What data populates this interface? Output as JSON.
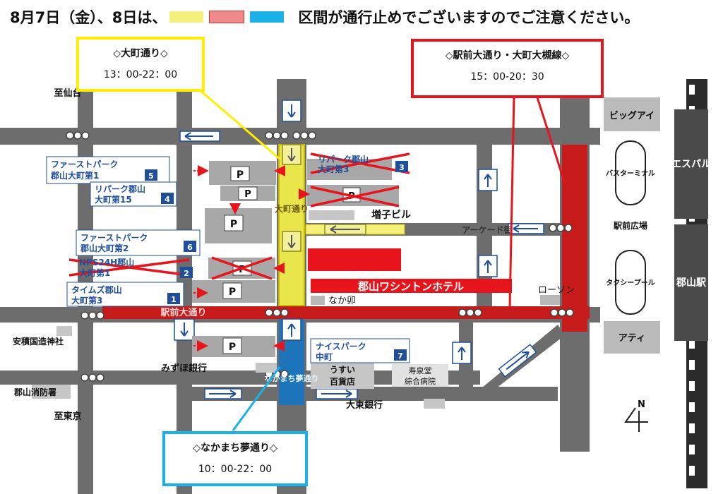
{
  "headline": {
    "prefix": "8月7日（金）、8日は、",
    "suffix": "区間が通行止めでございますのでご注意ください。",
    "swatches": [
      "#f5f07a",
      "#f08a8a",
      "#1ab0e8"
    ]
  },
  "closures": {
    "omachi": {
      "name": "◇大町通り◇",
      "time": "13：00-22：00",
      "color": "#ffee00"
    },
    "ekimae": {
      "name": "◇駅前大通り・大町大槻線◇",
      "time": "15：00-20：30",
      "color": "#e8141c"
    },
    "nakamachi": {
      "name": "◇なかまち夢通り◇",
      "time": "10：00-22：00",
      "color": "#1ab0e8"
    }
  },
  "roads": {
    "omachi": "大町通り",
    "ekimae": "駅前大通り",
    "nakamachi": "なかまち夢通り",
    "arcade": "アーケード街"
  },
  "directions": {
    "sendai": "至仙台",
    "tokyo": "至東京"
  },
  "parking": {
    "first1": [
      "ファーストパーク",
      "郡山大町第1",
      "5"
    ],
    "reparkBunch3": [
      "リパーク郡山",
      "大町第3",
      "3"
    ],
    "repark15": [
      "リパーク郡山",
      "大町第15",
      "4"
    ],
    "first2": [
      "ファーストパーク",
      "郡山大町第2",
      "6"
    ],
    "nps24": [
      "NPS24H郡山",
      "大町第1",
      "2"
    ],
    "times3": [
      "タイムズ郡山",
      "大町第3",
      "1"
    ],
    "nice": [
      "ナイスパーク",
      "中町",
      "7"
    ],
    "p": "P"
  },
  "landmarks": {
    "masukobiru": "増子ビル",
    "hotel": "郡山ワシントンホテル",
    "nakau": "なか卯",
    "lawson": "ローソン",
    "bigi": "ビッグアイ",
    "busterminal": "バスターミナル",
    "ekimaehiroba": "駅前広場",
    "taxipool": "タクシープール",
    "esupal": "エスパル",
    "station": "郡山駅",
    "atei": "アティ",
    "anzai": "安積国造神社",
    "mizuho": "みずほ銀行",
    "usui": [
      "うすい",
      "百貨店"
    ],
    "jusendo": [
      "寿泉堂",
      "綜合病院"
    ],
    "daito": "大東銀行",
    "shobo": "郡山消防署",
    "north": "N"
  }
}
